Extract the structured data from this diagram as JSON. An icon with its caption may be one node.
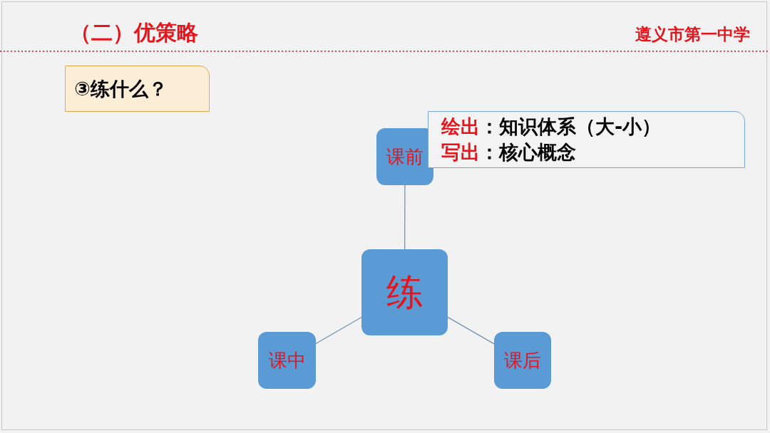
{
  "diagram": {
    "title": "（二）优策略",
    "nodes": [
      {
        "text": [
          "③练什么？"
        ]
      },
      {
        "text": [
          "课前"
        ]
      },
      {
        "text": [
          "绘出：知识体系（大-小）",
          "写出：核心概念"
        ]
      },
      {
        "text": [
          "练"
        ]
      },
      {
        "text": [
          "课中"
        ]
      },
      {
        "text": [
          "课后"
        ]
      }
    ],
    "edges": [
      {
        "from": 3,
        "to": 1,
        "arrow": "none"
      },
      {
        "from": 3,
        "to": 4,
        "arrow": "none"
      },
      {
        "from": 3,
        "to": 5,
        "arrow": "none"
      }
    ],
    "labels": [
      "遵义市第一中学"
    ]
  }
}
